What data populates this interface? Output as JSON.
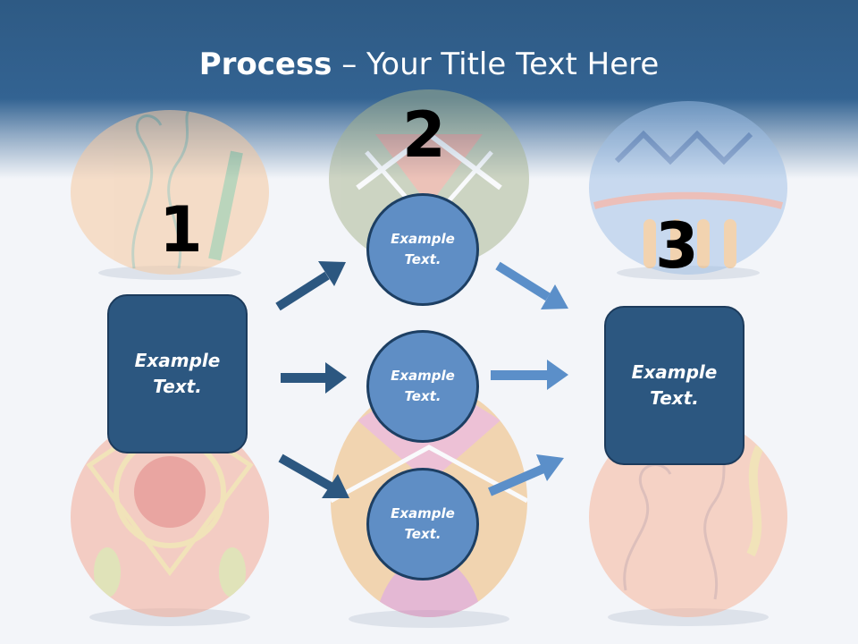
{
  "title": {
    "bold": "Process",
    "rest": " – Your Title Text Here"
  },
  "steps": {
    "one": "1",
    "two": "2",
    "three": "3"
  },
  "boxes": {
    "left": "Example\nText.",
    "right": "Example\nText."
  },
  "circles": {
    "top": "Example\nText.",
    "middle": "Example\nText.",
    "bottom": "Example\nText."
  },
  "colors": {
    "header": "#336392",
    "box": "#2c5780",
    "circle": "#5f8ec5",
    "arrow_dark": "#2c5780",
    "arrow_light": "#5b8fc9"
  }
}
